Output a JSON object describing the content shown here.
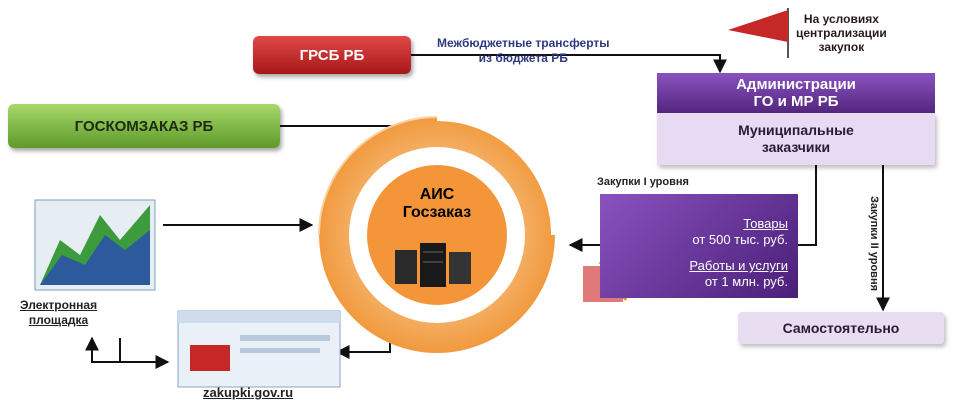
{
  "grsb": "ГРСБ РБ",
  "goskomzakaz": "ГОСКОМЗАКАЗ РБ",
  "transfers": [
    "Межбюджетные трансферты",
    "из бюджета РБ"
  ],
  "condition": [
    "На условиях",
    "централизации",
    "закупок"
  ],
  "admin": [
    "Администрации",
    "ГО и МР РБ"
  ],
  "municipal": [
    "Муниципальные",
    "заказчики"
  ],
  "ais": [
    "АИС",
    "Госзаказ"
  ],
  "purchases_level1": "Закупки I уровня",
  "purchases_level2": "Закупки II уровня",
  "goods": {
    "goods_label": "Товары",
    "goods_threshold": "от 500 тыс. руб.",
    "works_label": "Работы и услуги",
    "works_threshold": "от 1 млн. руб."
  },
  "independently": "Самостоятельно",
  "platform": [
    "Электронная",
    "площадка"
  ],
  "website": "zakupki.gov.ru",
  "colors": {
    "red": "#c62828",
    "green": "#7ab648",
    "purple": "#6a3a9c",
    "orange": "#f5a24a"
  }
}
